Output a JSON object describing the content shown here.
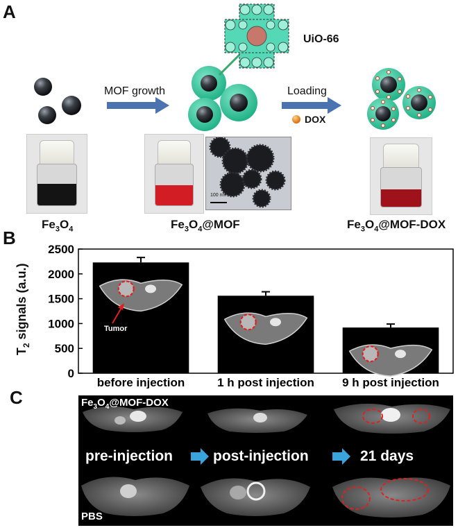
{
  "panels": {
    "a": "A",
    "b": "B",
    "c": "C"
  },
  "panel_a": {
    "mof_growth": "MOF growth",
    "loading": "Loading",
    "dox": "DOX",
    "uio66": "UiO-66",
    "tem_scale": "100 nm",
    "fe3o4": {
      "base": "Fe",
      "sub1": "3",
      "mid": "O",
      "sub2": "4",
      "suffix": ""
    },
    "fe3o4_mof": {
      "base": "Fe",
      "sub1": "3",
      "mid": "O",
      "sub2": "4",
      "suffix": "@MOF"
    },
    "fe3o4_mof_dox": {
      "base": "Fe",
      "sub1": "3",
      "mid": "O",
      "sub2": "4",
      "suffix": "@MOF-DOX"
    },
    "colors": {
      "particle": "#2b2f35",
      "mof_shell": "#28c89a",
      "arrow": "#4a73b0",
      "dox": "#e87a1a",
      "liquid_dark": "#141414",
      "liquid_red": "#d21d24",
      "liquid_dark_red": "#a0121b"
    }
  },
  "panel_b": {
    "tumor_label": "Tumor",
    "chart_data": {
      "type": "bar",
      "categories": [
        "before injection",
        "1 h post injection",
        "9 h post injection"
      ],
      "values": [
        2230,
        1560,
        920
      ],
      "errors": [
        100,
        80,
        70
      ],
      "ylabel_main": "T",
      "ylabel_sub": "2",
      "ylabel_rest": " signals (a.u.)",
      "ylim": [
        0,
        2500
      ],
      "yticks": [
        "0",
        "500",
        "1000",
        "1500",
        "2000",
        "2500"
      ],
      "grid": false,
      "bar_color": "#000000"
    }
  },
  "panel_c": {
    "top_label": {
      "base": "Fe",
      "sub1": "3",
      "mid": "O",
      "sub2": "4",
      "suffix": "@MOF-DOX"
    },
    "bottom_label": "PBS",
    "stage1": "pre-injection",
    "stage2": "post-injection",
    "stage3": "21 days",
    "arrow_color": "#3aa3dc"
  }
}
